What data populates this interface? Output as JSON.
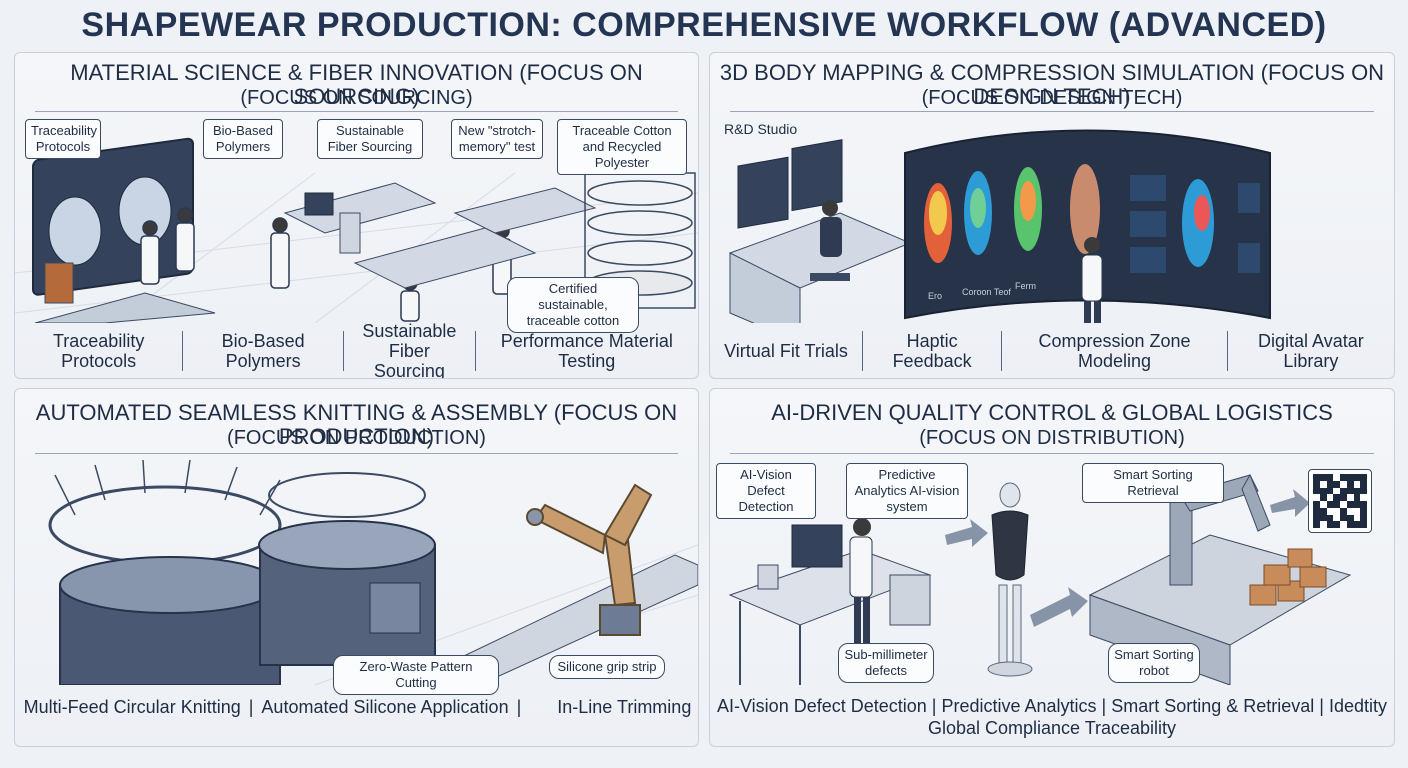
{
  "title": "SHAPEWEAR PRODUCTION: COMPREHENSIVE WORKFLOW (ADVANCED)",
  "q1": {
    "title": "MATERIAL SCIENCE & FIBER INNOVATION  (FOCUS ON SOURCING)",
    "subtitle": "(FOCUS ON SOURCING)",
    "callouts": {
      "traceability": "Traceability Protocols",
      "biobased": "Bio-Based Polymers",
      "sustainable": "Sustainable Fiber Sourcing",
      "stretch": "New \"strotch-memory\" test",
      "cotton": "Traceable Cotton and Recycled Polyester",
      "certified": "Certified sustainable, traceable cotton"
    },
    "items": [
      "Traceability Protocols",
      "Bio-Based Polymers",
      "Sustainable Fiber Sourcing",
      "Performance Material Testing"
    ]
  },
  "q2": {
    "title": "3D BODY MAPPING & COMPRESSION SIMULATION (FOCUS ON DESIGN TECH)",
    "subtitle": "(FOCUS ON DESIGN TECH)",
    "studio_label": "R&D Studio",
    "screen_labels": [
      "Ero",
      "Coroon Teof",
      "Ferm"
    ],
    "items": [
      "Virtual Fit Trials",
      "Haptic Feedback",
      "Compression Zone Modeling",
      "Digital Avatar Library"
    ]
  },
  "q3": {
    "title": "AUTOMATED SEAMLESS KNITTING & ASSEMBLY (FOCUS ON PRODUCTION)",
    "subtitle": "(FOCUS ON PRODUCTION)",
    "callouts": {
      "zerowaste": "Zero-Waste Pattern Cutting",
      "silicone": "Silicone grip strip"
    },
    "items": [
      "Multi-Feed Circular Knitting",
      "Automated Silicone Application",
      "In-Line Trimming"
    ],
    "pipe": "|"
  },
  "q4": {
    "title": "AI-DRIVEN QUALITY CONTROL & GLOBAL LOGISTICS",
    "subtitle": "(FOCUS ON DISTRIBUTION)",
    "callouts": {
      "aivision": "AI-Vision Defect Detection",
      "predictive": "Predictive Analytics AI-vision system",
      "smartsort": "Smart Sorting Retrieval",
      "submm": "Sub-millimeter defects",
      "robot": "Smart Sorting robot"
    },
    "line1": "AI-Vision Defect Detection  |  Predictive Analytics  |  Smart Sorting & Retrieval  |   Idedtity",
    "line2": "Global Compliance Traceability"
  }
}
